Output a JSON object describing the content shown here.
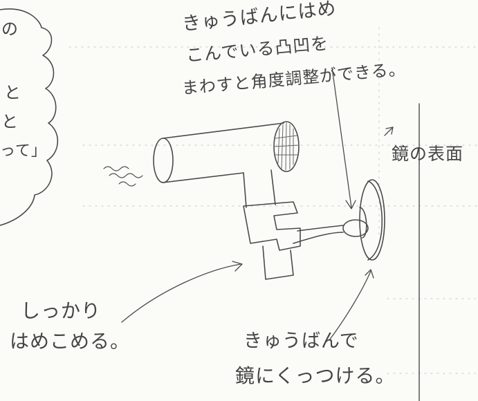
{
  "note": {
    "bubble_fragments": [
      "の",
      "と",
      "と",
      "って」"
    ],
    "annotation_suction_knob": {
      "line1": "きゅうばんにはめ",
      "line2": "こんでいる凸凹を",
      "line3": "まわすと角度調整ができる。"
    },
    "annotation_mirror_surface": "鏡の表面",
    "annotation_fit_firmly": {
      "line1": "しっかり",
      "line2": "はめこめる。"
    },
    "annotation_suction_cup": {
      "line1": "きゅうばんで",
      "line2": "鏡にくっつける。"
    }
  },
  "colors": {
    "paper": "#fbfbf8",
    "pencil": "#4a4a4a",
    "guide_dots": "#bdbdbd"
  }
}
